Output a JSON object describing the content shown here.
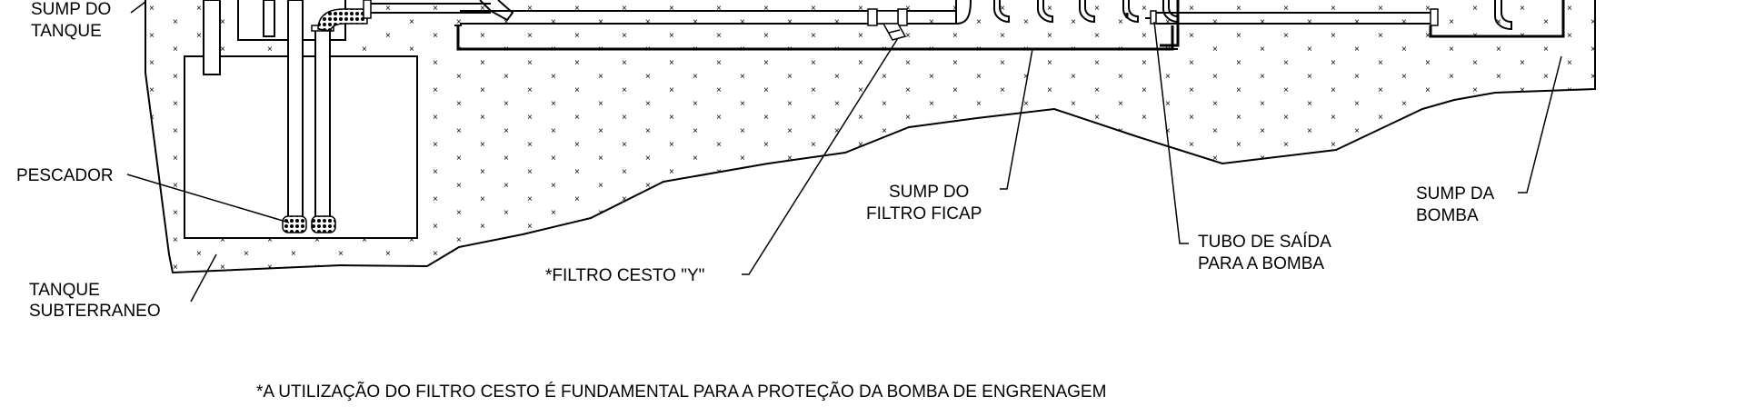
{
  "labels": {
    "sump_tanque_1": "SUMP DO",
    "sump_tanque_2": "TANQUE",
    "pescador": "PESCADOR",
    "tanque_sub_1": "TANQUE",
    "tanque_sub_2": "SUBTERRANEO",
    "filtro_cesto": "*FILTRO CESTO \"Y\"",
    "sump_filtro_1": "SUMP DO",
    "sump_filtro_2": "FILTRO FICAP",
    "tubo_saida_1": "TUBO DE SAÍDA",
    "tubo_saida_2": "PARA A BOMBA",
    "sump_bomba_1": "SUMP DA",
    "sump_bomba_2": "BOMBA"
  },
  "note": "*A UTILIZAÇÃO DO FILTRO CESTO É FUNDAMENTAL PARA A PROTEÇÃO DA BOMBA DE ENGRENAGEM"
}
